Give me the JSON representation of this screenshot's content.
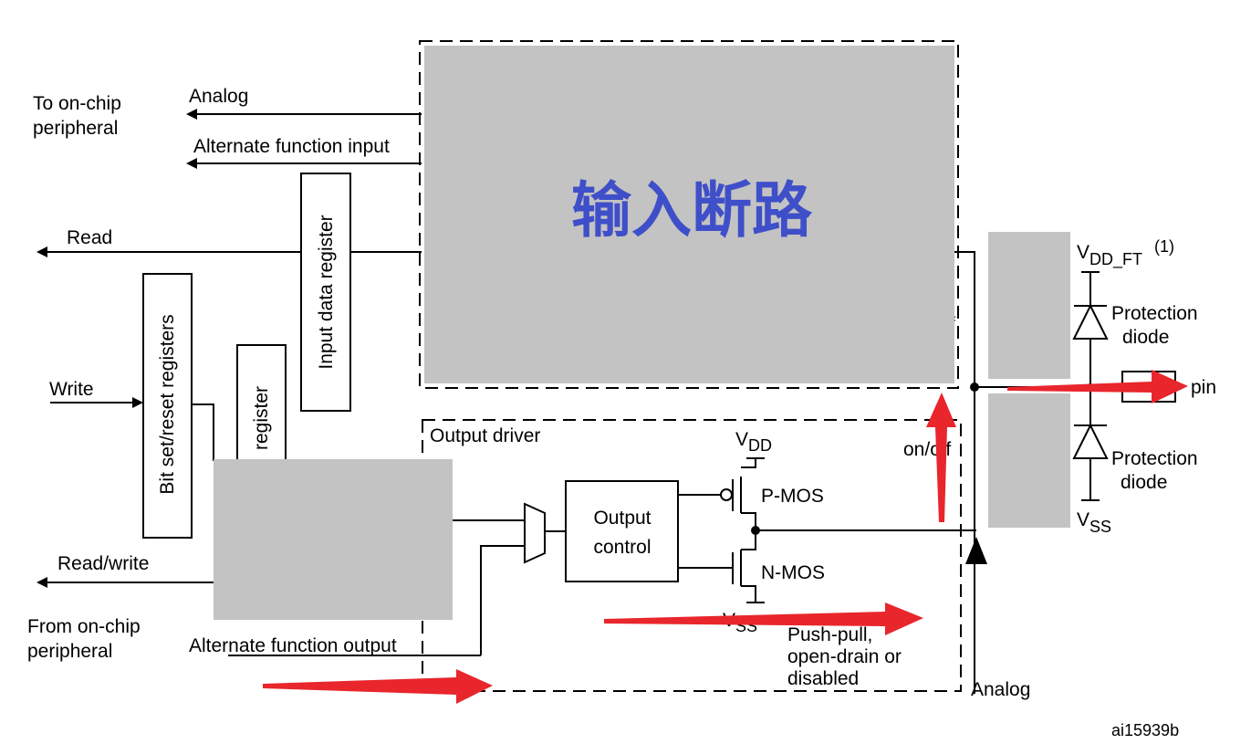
{
  "colors": {
    "line": "#000000",
    "gray_box": "#c3c3c3",
    "overlay_text": "#3f4fc9",
    "red_arrow": "#e8262c"
  },
  "labels": {
    "to_on_chip_line1": "To on-chip",
    "to_on_chip_line2": "peripheral",
    "analog_top": "Analog",
    "alt_func_input": "Alternate function input",
    "read": "Read",
    "write": "Write",
    "read_write": "Read/write",
    "from_on_chip_line1": "From on-chip",
    "from_on_chip_line2": "peripheral",
    "alt_func_output": "Alternate function output",
    "input_data_register": "Input data register",
    "bit_set_reset_registers": "Bit set/reset registers",
    "output_register_partial": "register",
    "output_driver": "Output driver",
    "output_control_line1": "Output",
    "output_control_line2": "control",
    "vdd": "V",
    "vdd_sub": "DD",
    "vss": "V",
    "vss_sub": "SS",
    "p_mos": "P-MOS",
    "n_mos": "N-MOS",
    "push_pull_line1": "Push-pull,",
    "push_pull_line2": "open-drain or",
    "push_pull_line3": "disabled",
    "analog_bottom": "Analog",
    "on_off_lower": "on/off",
    "on_off_upper_partial": "f",
    "vdd_ft": "V",
    "vdd_ft_sub": "DD_FT",
    "vdd_ft_note": "(1)",
    "protection_diode_top_line1": "Protection",
    "protection_diode_top_line2": "diode",
    "protection_diode_bottom_line1": "Protection",
    "protection_diode_bottom_line2": "diode",
    "vss_right": "V",
    "vss_right_sub": "SS",
    "io_pin": "pin",
    "figure_id": "ai15939b"
  },
  "overlay": {
    "input_circuit_text": "输入断路"
  },
  "icons": [
    "arrow-left-icon",
    "arrow-right-icon",
    "diode-icon",
    "mos-transistor-icon",
    "multiplexer-icon",
    "pin-pad-icon"
  ]
}
